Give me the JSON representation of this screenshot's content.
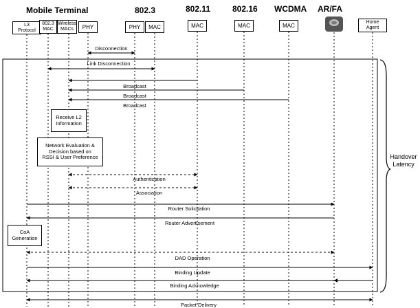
{
  "groups": {
    "mobile_terminal": "Mobile Terminal",
    "ieee8023": "802.3",
    "ieee80211": "802.11",
    "ieee80216": "802.16",
    "wcdma": "WCDMA",
    "arfa": "AR/FA"
  },
  "entities": {
    "l3": "L3\nProtocol",
    "mac8023": "802.3\nMAC",
    "wmacs": "Wireless\nMACs",
    "phy": "PHY",
    "phy_b": "PHY",
    "mac_b": "MAC",
    "mac80211": "MAC",
    "mac80216": "MAC",
    "macwcdma": "MAC",
    "ha": "Home\nAgent"
  },
  "messages": {
    "disconnection": "Disconnection",
    "link_disconnection": "Link Disconnection",
    "broadcast1": "Broadcast",
    "broadcast2": "Broadcast",
    "broadcast3": "Broadcast",
    "authentication": "Authentication",
    "association": "Association",
    "router_solicitation": "Router Solicitation",
    "router_advertisement": "Router Advertisement",
    "dad_operation": "DAD Operation",
    "binding_update": "Binding Update",
    "binding_acknowledge": "Binding Acknowledge",
    "packet_delivery": "Packet Delivery"
  },
  "processes": {
    "receive_l2": "Receive L2\nInformation",
    "network_evaluation": "Network Evaluation &\nDecision based on\nRSSI & User Preference",
    "coa_generation": "CoA\nGeneration"
  },
  "side_label": "Handover\nLatency",
  "colors": {
    "line": "#000000",
    "router": "#555555"
  }
}
